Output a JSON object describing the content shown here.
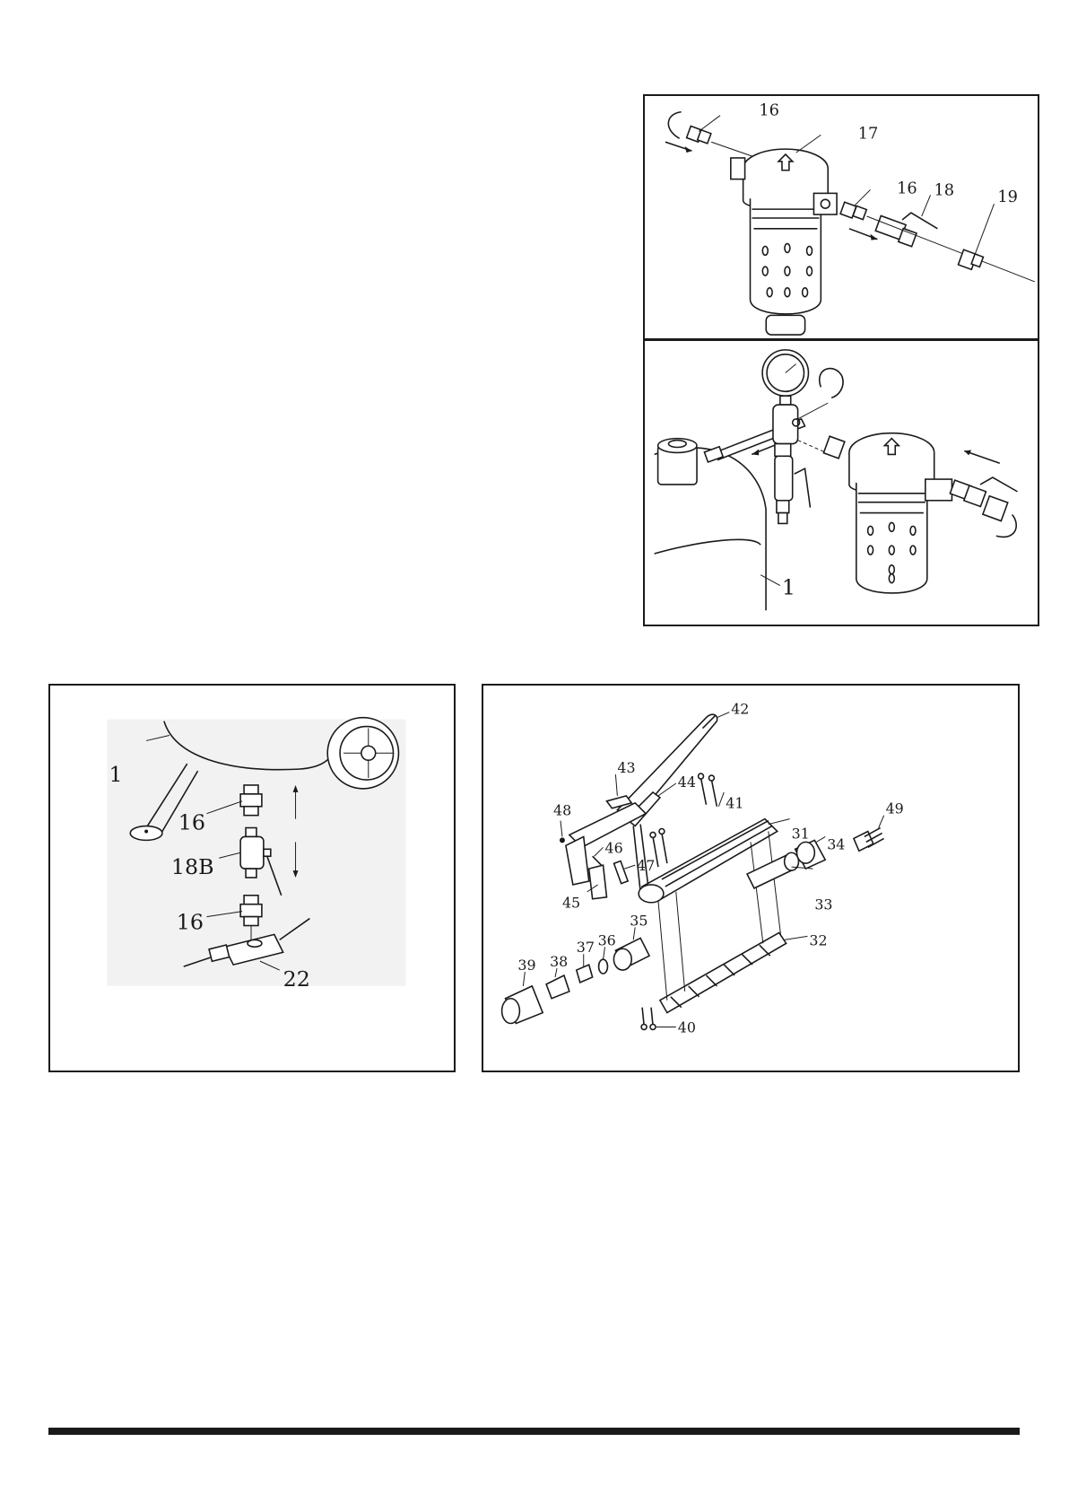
{
  "panel_filter": {
    "labels": {
      "l16a": "16",
      "l17": "17",
      "l16b": "16",
      "l18": "18",
      "l19": "19"
    }
  },
  "panel_gauge": {
    "labels": {
      "l1": "1"
    }
  },
  "panel_drain": {
    "labels": {
      "l1": "1",
      "l16a": "16",
      "l18b": "18B",
      "l16b": "16",
      "l22": "22"
    }
  },
  "panel_gun": {
    "labels": {
      "l42": "42",
      "l43": "43",
      "l44": "44",
      "l41": "41",
      "l48": "48",
      "l49": "49",
      "l31": "31",
      "l46": "46",
      "l47": "47",
      "l34": "34",
      "l45": "45",
      "l33": "33",
      "l35": "35",
      "l32": "32",
      "l37": "37",
      "l36": "36",
      "l39": "39",
      "l38": "38",
      "l40": "40"
    }
  }
}
